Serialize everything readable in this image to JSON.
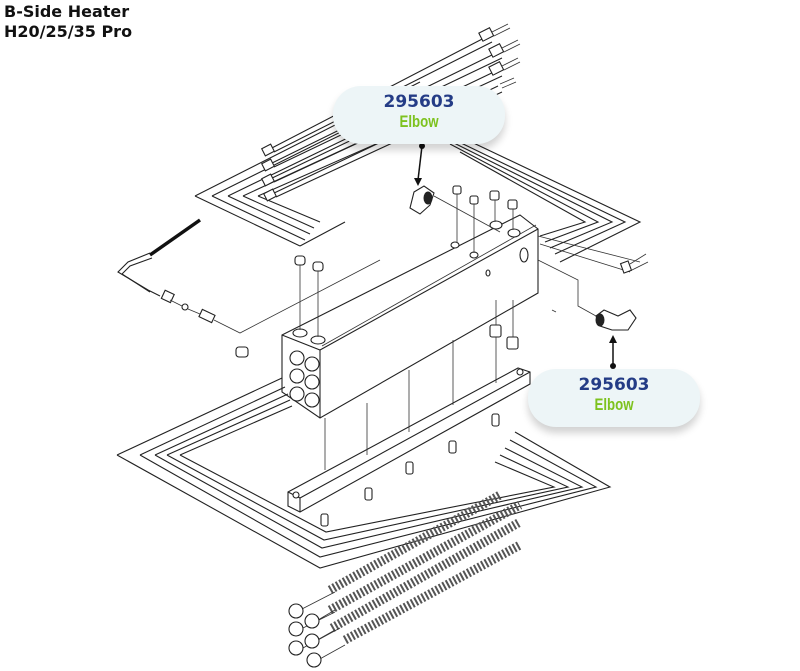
{
  "title": {
    "line1": "B-Side Heater",
    "line2": "H20/25/35 Pro"
  },
  "callouts": [
    {
      "part_number": "295603",
      "part_name": "Elbow",
      "pointer": "down"
    },
    {
      "part_number": "295603",
      "part_name": "Elbow",
      "pointer": "up"
    }
  ],
  "colors": {
    "part_number": "#243c86",
    "part_name": "#7dc21e",
    "callout_bg": "#edf5f7",
    "line_art": "#222222"
  }
}
